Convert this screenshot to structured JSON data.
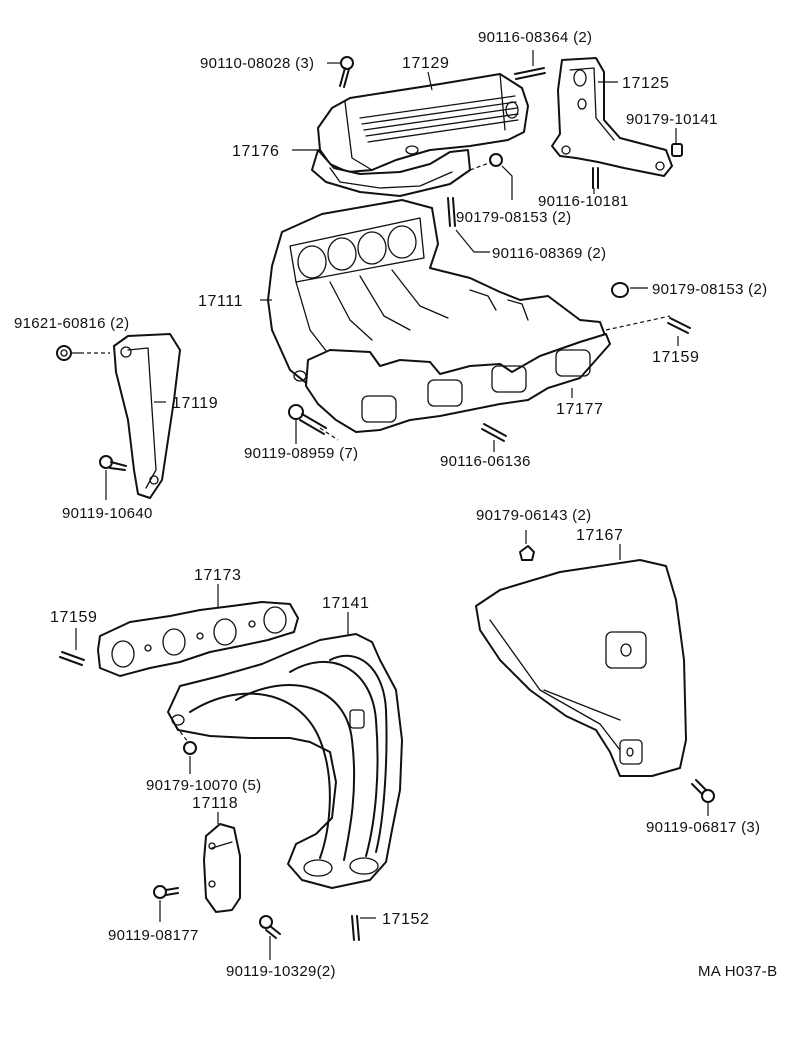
{
  "diagram": {
    "reference_code": "MA H037-B",
    "labels": {
      "p90110_08028": "90110-08028 (3)",
      "p17129": "17129",
      "p90116_08364": "90116-08364 (2)",
      "p17125": "17125",
      "p90179_10141": "90179-10141",
      "p17176": "17176",
      "p90116_10181": "90116-10181",
      "p90179_08153_top": "90179-08153 (2)",
      "p90116_08369": "90116-08369 (2)",
      "p90179_08153_right": "90179-08153 (2)",
      "p17111": "17111",
      "p91621_60816": "91621-60816 (2)",
      "p17159_right": "17159",
      "p17119": "17119",
      "p17177": "17177",
      "p90119_08959": "90119-08959 (7)",
      "p90116_06136": "90116-06136",
      "p90119_10640": "90119-10640",
      "p90179_06143": "90179-06143 (2)",
      "p17167": "17167",
      "p17173": "17173",
      "p17159_left": "17159",
      "p17141": "17141",
      "p90179_10070": "90179-10070 (5)",
      "p17118": "17118",
      "p90119_06817": "90119-06817 (3)",
      "p90119_08177": "90119-08177",
      "p17152": "17152",
      "p90119_10329": "90119-10329(2)"
    }
  }
}
